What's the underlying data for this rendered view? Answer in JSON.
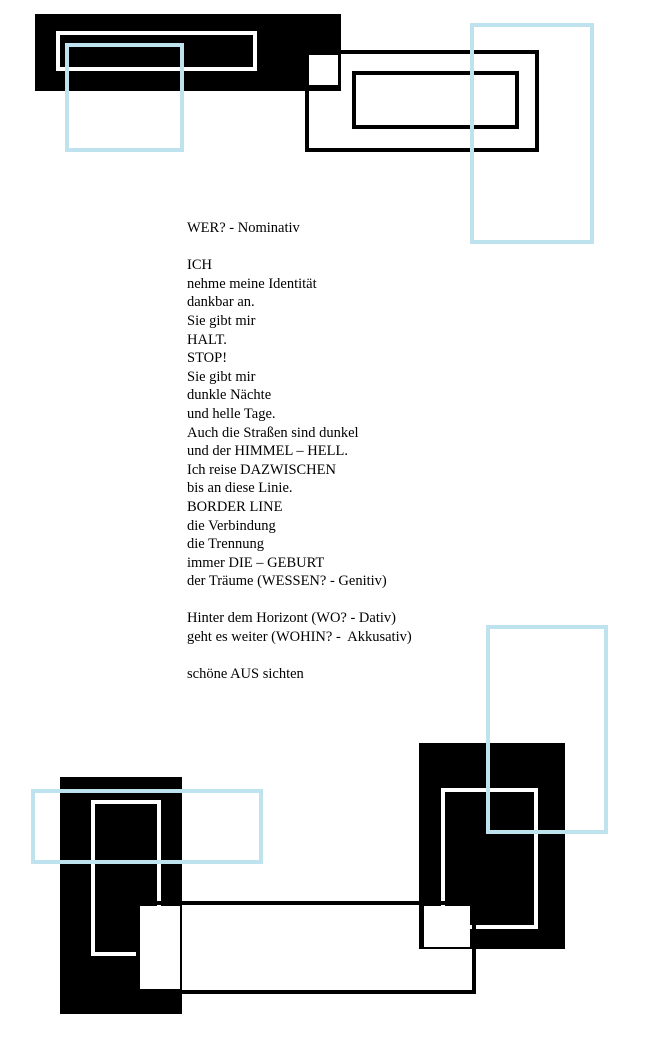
{
  "colors": {
    "background": "#ffffff",
    "ink": "#000000",
    "light_blue": "#bfe3ee"
  },
  "poem": {
    "title": "WER? - Nominativ",
    "lines": [
      "",
      "ICH",
      "nehme meine Identität",
      "dankbar an.",
      "Sie gibt mir",
      "HALT.",
      "STOP!",
      "Sie gibt mir",
      "dunkle Nächte",
      "und helle Tage.",
      "Auch die Straßen sind dunkel",
      "und der HIMMEL – HELL.",
      "Ich reise DAZWISCHEN",
      "bis an diese Linie.",
      "BORDER LINE",
      "die Verbindung",
      "die Trennung",
      "immer DIE – GEBURT",
      "der Träume (WESSEN? - Genitiv)",
      "",
      "Hinter dem Horizont (WO? - Dativ)",
      "geht es weiter (WOHIN? -  Akkusativ)",
      "",
      "schöne AUS sichten"
    ]
  }
}
